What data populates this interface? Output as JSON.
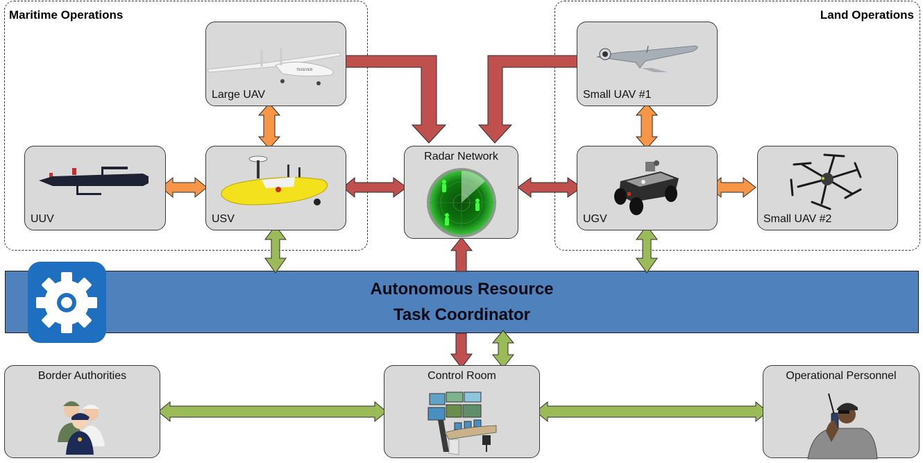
{
  "groups": {
    "maritime": {
      "title": "Maritime Operations"
    },
    "land": {
      "title": "Land Operations"
    }
  },
  "nodes": {
    "large_uav": {
      "label": "Large UAV",
      "icon": "fixed-wing-drone-icon"
    },
    "uuv": {
      "label": "UUV",
      "icon": "underwater-vehicle-icon"
    },
    "usv": {
      "label": "USV",
      "icon": "surface-vessel-icon"
    },
    "radar": {
      "label": "Radar Network",
      "icon": "radar-scope-icon"
    },
    "small_uav_1": {
      "label": "Small UAV #1",
      "icon": "small-fixed-wing-drone-icon"
    },
    "ugv": {
      "label": "UGV",
      "icon": "ground-robot-icon"
    },
    "small_uav_2": {
      "label": "Small UAV #2",
      "icon": "hexacopter-icon"
    },
    "border": {
      "label": "Border Authorities",
      "icon": "officers-group-icon"
    },
    "control": {
      "label": "Control Room",
      "icon": "control-console-icon"
    },
    "personnel": {
      "label": "Operational Personnel",
      "icon": "soldier-radio-icon"
    }
  },
  "coordinator": {
    "line1": "Autonomous Resource",
    "line2": "Task Coordinator",
    "icon": "gear-icon"
  },
  "colors": {
    "node_fill": "#d9d9d9",
    "banner": "#4f81bd",
    "gear_tile": "#1e6fc0",
    "arrow_red": "#c0504d",
    "arrow_orange": "#f79646",
    "arrow_green": "#9bbb59"
  },
  "connections": [
    {
      "from": "large_uav",
      "to": "radar",
      "type": "one-way",
      "color": "red"
    },
    {
      "from": "small_uav_1",
      "to": "radar",
      "type": "one-way",
      "color": "red"
    },
    {
      "from": "large_uav",
      "to": "usv",
      "type": "two-way",
      "color": "orange"
    },
    {
      "from": "uuv",
      "to": "usv",
      "type": "two-way",
      "color": "orange"
    },
    {
      "from": "usv",
      "to": "radar",
      "type": "two-way",
      "color": "red"
    },
    {
      "from": "radar",
      "to": "ugv",
      "type": "two-way",
      "color": "red"
    },
    {
      "from": "small_uav_1",
      "to": "ugv",
      "type": "two-way",
      "color": "orange"
    },
    {
      "from": "ugv",
      "to": "small_uav_2",
      "type": "two-way",
      "color": "orange"
    },
    {
      "from": "usv",
      "to": "coordinator",
      "type": "two-way",
      "color": "green"
    },
    {
      "from": "ugv",
      "to": "coordinator",
      "type": "two-way",
      "color": "green"
    },
    {
      "from": "coordinator",
      "to": "radar",
      "type": "one-way",
      "color": "red"
    },
    {
      "from": "coordinator",
      "to": "control",
      "type": "one-way",
      "color": "red"
    },
    {
      "from": "coordinator",
      "to": "control",
      "type": "two-way",
      "color": "green"
    },
    {
      "from": "border",
      "to": "control",
      "type": "two-way",
      "color": "green"
    },
    {
      "from": "control",
      "to": "personnel",
      "type": "two-way",
      "color": "green"
    }
  ]
}
